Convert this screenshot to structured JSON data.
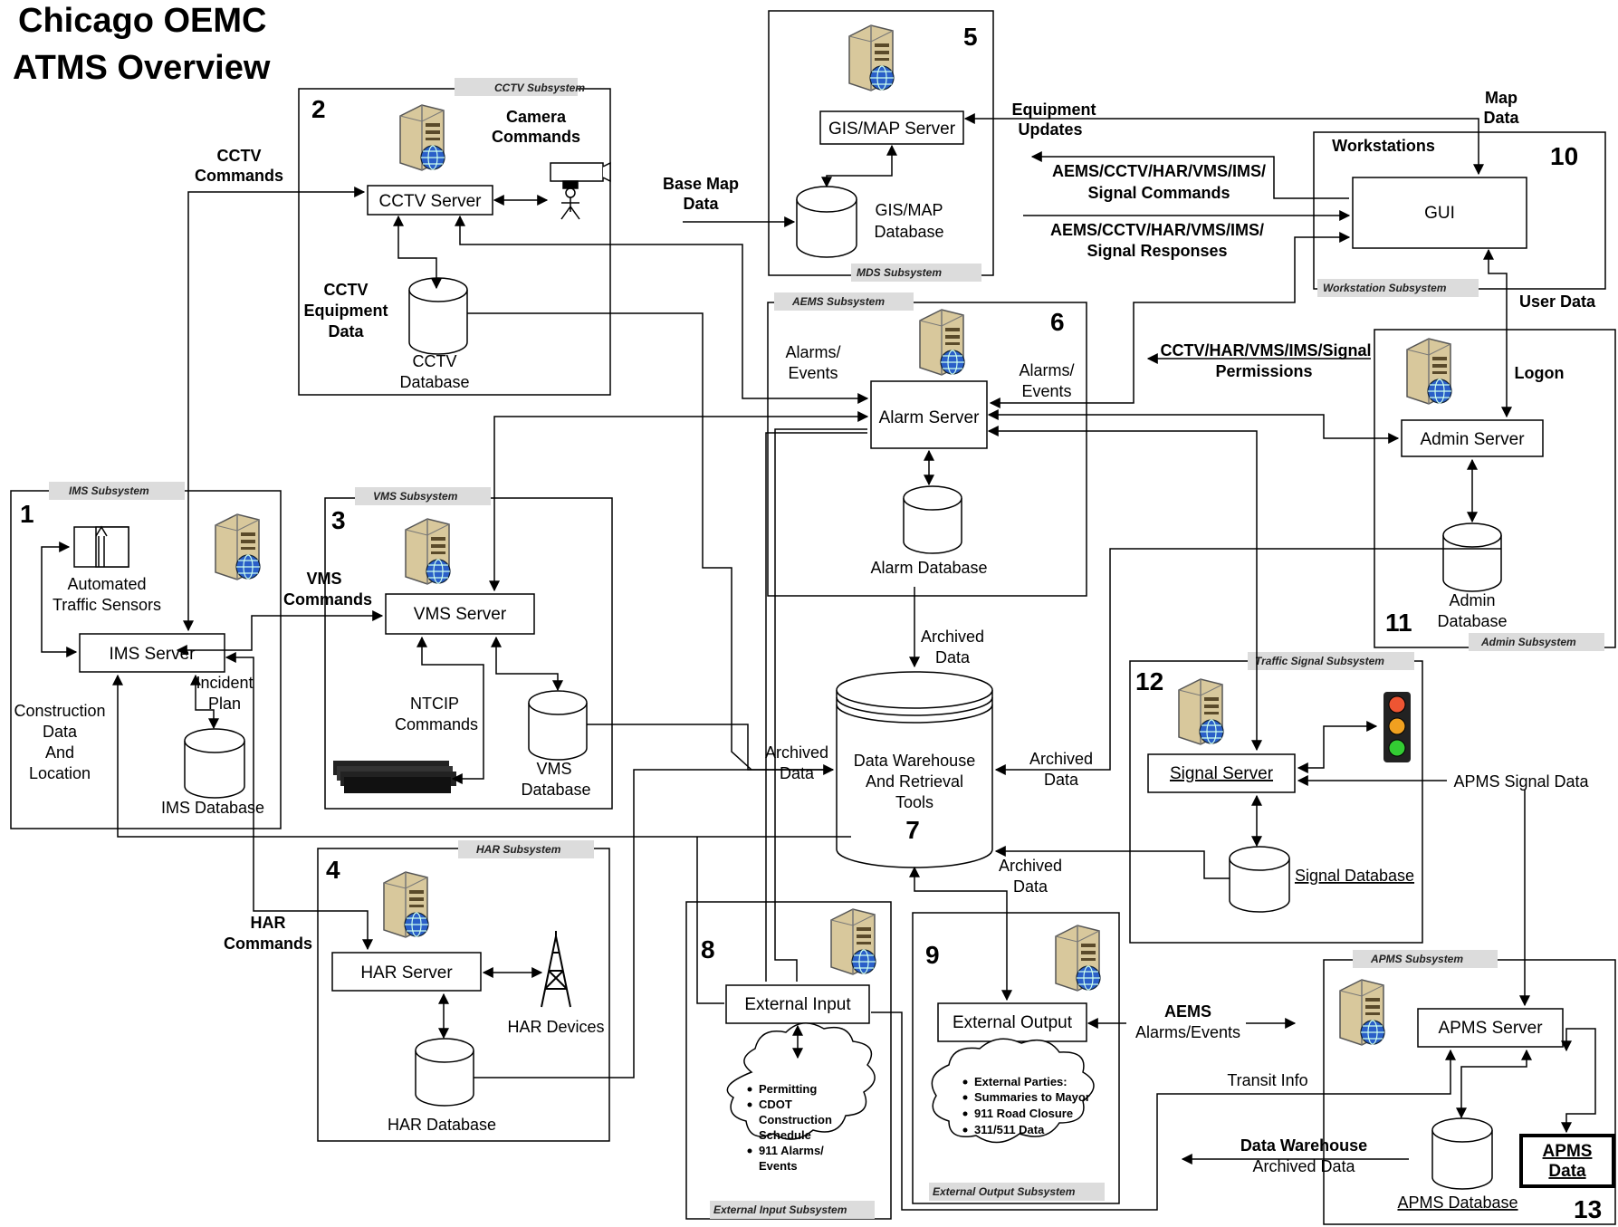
{
  "title": [
    "Chicago OEMC",
    "ATMS Overview"
  ],
  "subsystems": {
    "cctv": "CCTV Subsystem",
    "mds": "MDS Subsystem",
    "aems": "AEMS Subsystem",
    "workstation": "Workstation Subsystem",
    "ims": "IMS Subsystem",
    "vms": "VMS Subsystem",
    "har": "HAR Subsystem",
    "admin": "Admin Subsystem",
    "traffic_signal": "Traffic Signal Subsystem",
    "external_input": "External Input Subsystem",
    "external_output": "External Output Subsystem",
    "apms": "APMS Subsystem"
  },
  "numbers": {
    "n1": "1",
    "n2": "2",
    "n3": "3",
    "n4": "4",
    "n5": "5",
    "n6": "6",
    "n7": "7",
    "n8": "8",
    "n9": "9",
    "n10": "10",
    "n11": "11",
    "n12": "12",
    "n13": "13"
  },
  "servers": {
    "cctv": "CCTV Server",
    "gis": "GIS/MAP Server",
    "gui": "GUI",
    "alarm": "Alarm Server",
    "admin": "Admin Server",
    "vms": "VMS Server",
    "ims": "IMS  Server",
    "har": "HAR  Server",
    "signal": "Signal  Server",
    "external_input": "External Input",
    "external_output": "External Output",
    "apms": "APMS Server",
    "apms_data": [
      "APMS",
      "Data"
    ]
  },
  "databases": {
    "cctv": [
      "CCTV",
      "Database"
    ],
    "gis": [
      "GIS/MAP",
      "Database"
    ],
    "alarm": "Alarm Database",
    "admin": [
      "Admin",
      "Database"
    ],
    "vms": [
      "VMS",
      "Database"
    ],
    "ims": "IMS Database",
    "har": "HAR Database",
    "signal": "Signal Database",
    "apms": "APMS Database",
    "warehouse": [
      "Data Warehouse",
      "And Retrieval",
      "Tools"
    ]
  },
  "labels": {
    "camera_commands": [
      "Camera",
      "Commands"
    ],
    "cctv_commands": [
      "CCTV",
      "Commands"
    ],
    "cctv_equipment_data": [
      "CCTV",
      "Equipment",
      "Data"
    ],
    "base_map_data": [
      "Base Map",
      "Data"
    ],
    "equipment_updates": [
      "Equipment",
      "Updates"
    ],
    "map_data": [
      "Map",
      "Data"
    ],
    "workstations": "Workstations",
    "signal_commands": [
      "AEMS/CCTV/HAR/VMS/IMS/",
      "Signal Commands"
    ],
    "signal_responses": [
      "AEMS/CCTV/HAR/VMS/IMS/",
      "Signal Responses"
    ],
    "user_data": "User Data",
    "alarms_events_left": [
      "Alarms/",
      "Events"
    ],
    "alarms_events_right": [
      "Alarms/",
      "Events"
    ],
    "permissions": [
      "CCTV/HAR/VMS/IMS/Signal",
      "Permissions"
    ],
    "logon": "Logon",
    "automated_traffic_sensors": [
      "Automated",
      "Traffic Sensors"
    ],
    "vms_commands": [
      "VMS",
      "Commands"
    ],
    "incident_plan": [
      "Incident",
      "Plan"
    ],
    "construction_data": [
      "Construction",
      "Data",
      "And",
      "Location"
    ],
    "ntcip_commands": [
      "NTCIP",
      "Commands"
    ],
    "archived_data_top": [
      "Archived",
      "Data"
    ],
    "archived_data_left": [
      "Archived",
      "Data"
    ],
    "archived_data_right": [
      "Archived",
      "Data"
    ],
    "archived_data_bottom": [
      "Archived",
      "Data"
    ],
    "apms_signal_data": "APMS Signal Data",
    "har_commands": [
      "HAR",
      "Commands"
    ],
    "har_devices": "HAR Devices",
    "aems_alarms_events": [
      "AEMS",
      "Alarms/Events"
    ],
    "transit_info": "Transit Info",
    "data_warehouse_archived": [
      "Data Warehouse",
      "Archived Data"
    ]
  },
  "external_input_items": [
    "Permitting",
    "CDOT",
    "Construction",
    "Schedule",
    "911 Alarms/",
    "Events"
  ],
  "external_output_items": [
    "External Parties:",
    "Summaries to Mayor",
    "911 Road Closure",
    "311/511 Data"
  ]
}
